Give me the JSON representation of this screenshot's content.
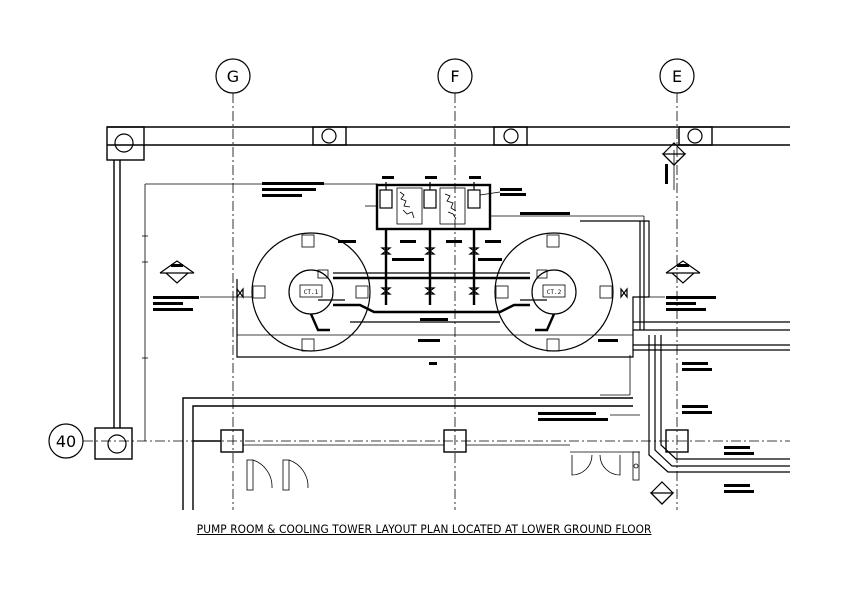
{
  "grid": {
    "g": "G",
    "f": "F",
    "e": "E",
    "row": "40"
  },
  "equipment": {
    "ct1": "CT.1",
    "ct2": "CT.2"
  },
  "title": "PUMP ROOM & COOLING TOWER LAYOUT PLAN LOCATED AT LOWER GROUND FLOOR",
  "colors": {
    "line": "#000000",
    "background": "#ffffff"
  },
  "icons": [
    "grid-bubble",
    "column-square",
    "section-marker",
    "door-swing",
    "valve",
    "pump"
  ]
}
